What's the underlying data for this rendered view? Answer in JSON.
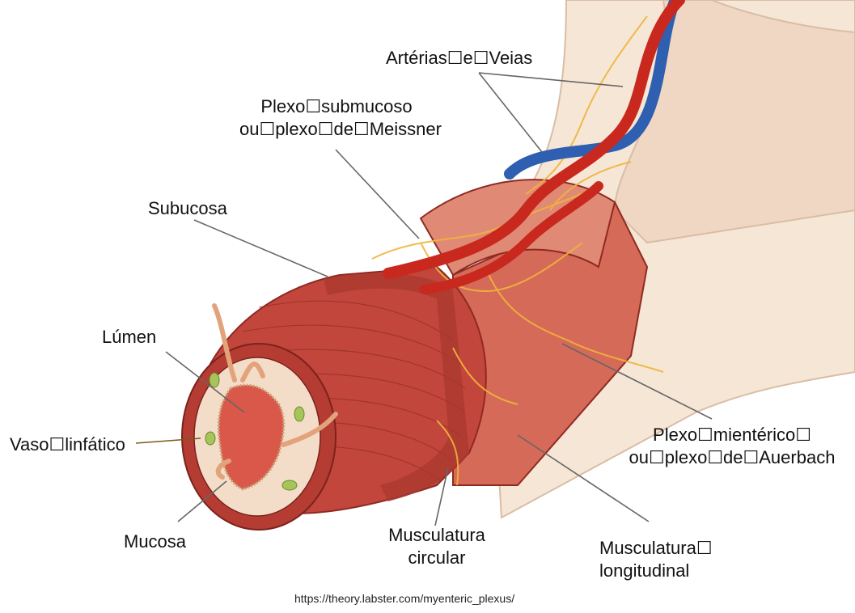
{
  "labels": {
    "arterias_veias": "Artérias☐e☐Veias",
    "plexo_submucoso_l1": "Plexo☐submucoso",
    "plexo_submucoso_l2": "ou☐plexo☐de☐Meissner",
    "submucosa": "Subucosa",
    "lumen": "Lúmen",
    "vaso_linfatico": "Vaso☐linfático",
    "mucosa": "Mucosa",
    "musc_circular_l1": "Musculatura",
    "musc_circular_l2": "circular",
    "musc_longitudinal_l1": "Musculatura☐",
    "musc_longitudinal_l2": "longitudinal",
    "plexo_mienterico_l1": "Plexo☐mientérico☐",
    "plexo_mienterico_l2": "ou☐plexo☐de☐Auerbach"
  },
  "source_url": "https://theory.labster.com/myenteric_plexus/",
  "colors": {
    "muscle": "#c2463b",
    "muscle_dark": "#8e2a22",
    "tissue_pale": "#f3ddc8",
    "artery": "#c8281e",
    "vein": "#2f5fb0",
    "nerve": "#f0b43c",
    "lymph": "#8cb43c",
    "leader": "#666666"
  }
}
